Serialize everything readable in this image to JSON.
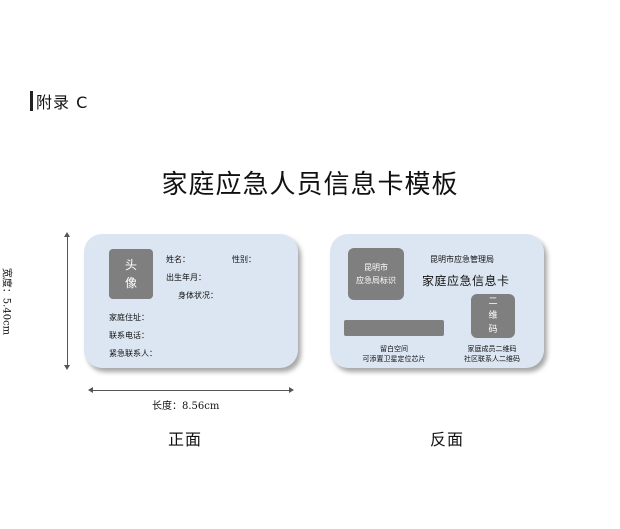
{
  "appendix": "附录 C",
  "title": "家庭应急人员信息卡模板",
  "front": {
    "photo_line1": "头",
    "photo_line2": "像",
    "name": "姓名：",
    "gender": "性别：",
    "birth": "出生年月：",
    "health": "身体状况：",
    "address": "家庭住址：",
    "phone": "联系电话：",
    "emergency_contact": "紧急联系人：",
    "caption": "正面"
  },
  "back": {
    "logo_line1": "昆明市",
    "logo_line2": "应急局标识",
    "org": "昆明市应急管理局",
    "card_title": "家庭应急信息卡",
    "qr_line1": "二",
    "qr_line2": "维",
    "qr_line3": "码",
    "chip_note1": "留白空间",
    "chip_note2": "可添置卫星定位芯片",
    "qr_note1": "家庭成员二维码",
    "qr_note2": "社区联系人二维码",
    "caption": "反面"
  },
  "dimensions": {
    "width_label": "长度：8.56cm",
    "height_label": "宽度：5.40cm"
  }
}
